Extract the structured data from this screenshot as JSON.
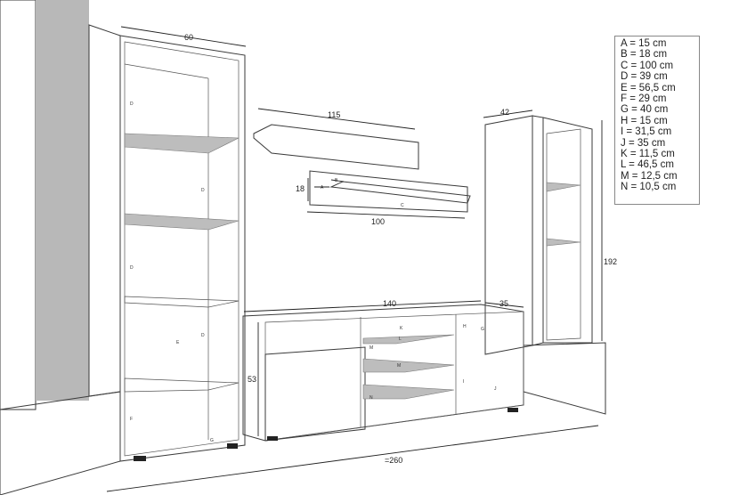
{
  "legend": [
    "A = 15 cm",
    "B = 18 cm",
    "C = 100 cm",
    "D = 39 cm",
    "E = 56,5 cm",
    "F = 29 cm",
    "G = 40 cm",
    "H = 15 cm",
    "I = 31,5 cm",
    "J = 35 cm",
    "K = 11,5 cm",
    "L = 46,5 cm",
    "M = 12,5 cm",
    "N = 10,5 cm"
  ],
  "dimensions": {
    "tall_width": "60",
    "shelf_width": "115",
    "shelf_height": "18",
    "shelf_lower_width": "100",
    "vitrine_width": "42",
    "vitrine_height": "192",
    "tv_width": "140",
    "tv_depth": "35",
    "tv_height": "53",
    "total_width": "=260"
  },
  "letters": {
    "A": "A",
    "B": "B",
    "C": "C",
    "D": "D",
    "E": "E",
    "F": "F",
    "G": "G",
    "H": "H",
    "I": "I",
    "J": "J",
    "K": "K",
    "L": "L",
    "M": "M",
    "N": "N"
  }
}
